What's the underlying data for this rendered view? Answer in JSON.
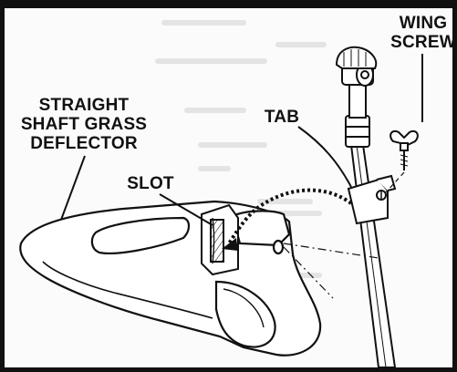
{
  "labels": {
    "deflector": [
      "STRAIGHT",
      "SHAFT GRASS",
      "DEFLECTOR"
    ],
    "tab": "TAB",
    "wing_screw": [
      "WING",
      "SCREW"
    ],
    "slot": "SLOT"
  },
  "colors": {
    "ink": "#111111",
    "paper": "#fbfbfb",
    "border": "#111111",
    "faint_text": "#b9b9b9"
  },
  "icons": [
    "dashed-path-arrow",
    "wing-screw-icon"
  ]
}
